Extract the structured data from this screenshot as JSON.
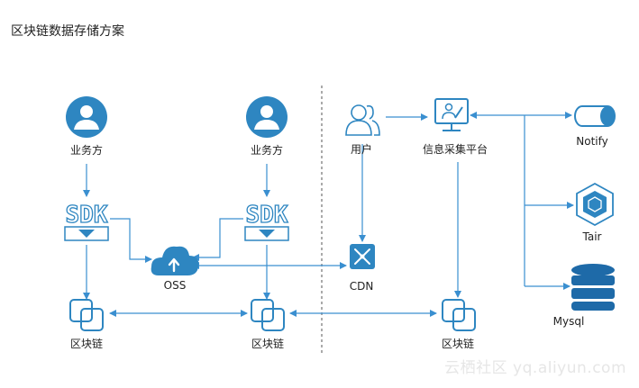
{
  "title": "区块链数据存储方案",
  "nodes": {
    "party_left": "业务方",
    "party_mid": "业务方",
    "sdk_left": "SDK",
    "sdk_mid": "SDK",
    "oss": "OSS",
    "user": "用户",
    "platform": "信息采集平台",
    "cdn": "CDN",
    "notify": "Notify",
    "tair": "Tair",
    "mysql": "Mysql",
    "chain_left": "区块链",
    "chain_mid": "区块链",
    "chain_right": "区块链"
  },
  "colors": {
    "accent": "#2e86c1",
    "arrow": "#3a8fd0",
    "db": "#1e6aa8",
    "line_dashed": "#555555"
  },
  "watermark": "云栖社区 yq.aliyun.com"
}
